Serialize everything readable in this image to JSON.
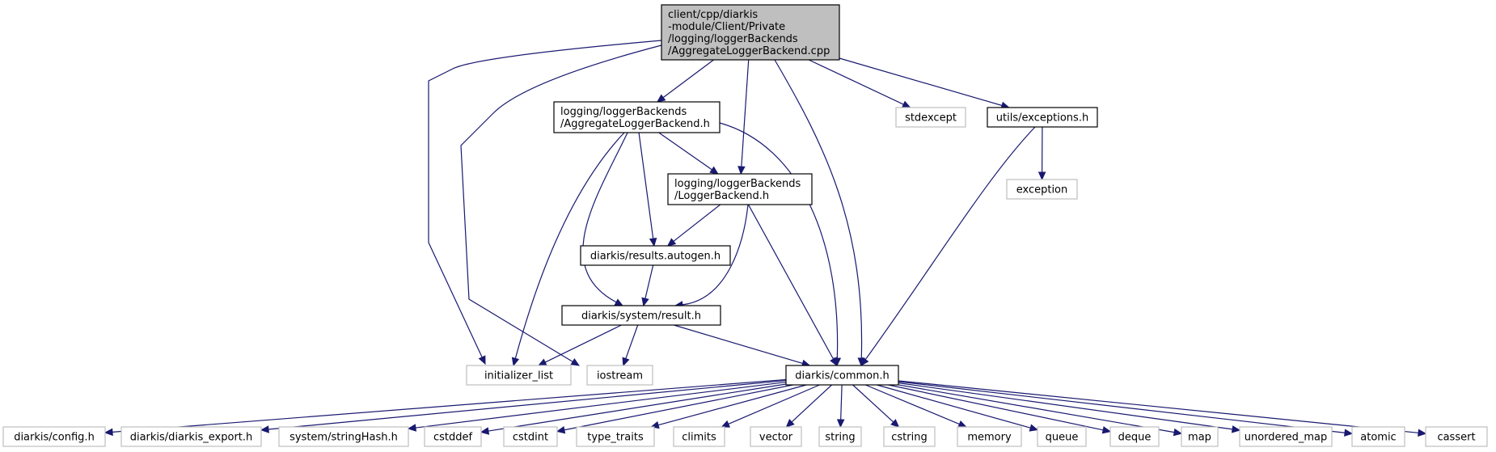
{
  "nodes": [
    {
      "id": "root",
      "lines": [
        "client/cpp/diarkis",
        "-module/Client/Private",
        "/logging/loggerBackends",
        "/AggregateLoggerBackend.cpp"
      ],
      "style": "root"
    },
    {
      "id": "agg_h",
      "lines": [
        "logging/loggerBackends",
        "/AggregateLoggerBackend.h"
      ],
      "style": "local"
    },
    {
      "id": "stdexcept",
      "lines": [
        "stdexcept"
      ],
      "style": "system"
    },
    {
      "id": "exceptions_h",
      "lines": [
        "utils/exceptions.h"
      ],
      "style": "local"
    },
    {
      "id": "logger_h",
      "lines": [
        "logging/loggerBackends",
        "/LoggerBackend.h"
      ],
      "style": "local"
    },
    {
      "id": "exception",
      "lines": [
        "exception"
      ],
      "style": "system"
    },
    {
      "id": "results_autogen",
      "lines": [
        "diarkis/results.autogen.h"
      ],
      "style": "local"
    },
    {
      "id": "result_h",
      "lines": [
        "diarkis/system/result.h"
      ],
      "style": "local"
    },
    {
      "id": "initializer_list",
      "lines": [
        "initializer_list"
      ],
      "style": "system"
    },
    {
      "id": "iostream",
      "lines": [
        "iostream"
      ],
      "style": "system"
    },
    {
      "id": "common_h",
      "lines": [
        "diarkis/common.h"
      ],
      "style": "local"
    },
    {
      "id": "config_h",
      "lines": [
        "diarkis/config.h"
      ],
      "style": "system"
    },
    {
      "id": "diarkis_export",
      "lines": [
        "diarkis/diarkis_export.h"
      ],
      "style": "system"
    },
    {
      "id": "stringhash",
      "lines": [
        "system/stringHash.h"
      ],
      "style": "system"
    },
    {
      "id": "cstddef",
      "lines": [
        "cstddef"
      ],
      "style": "system"
    },
    {
      "id": "cstdint",
      "lines": [
        "cstdint"
      ],
      "style": "system"
    },
    {
      "id": "type_traits",
      "lines": [
        "type_traits"
      ],
      "style": "system"
    },
    {
      "id": "climits",
      "lines": [
        "climits"
      ],
      "style": "system"
    },
    {
      "id": "vector",
      "lines": [
        "vector"
      ],
      "style": "system"
    },
    {
      "id": "string",
      "lines": [
        "string"
      ],
      "style": "system"
    },
    {
      "id": "cstring",
      "lines": [
        "cstring"
      ],
      "style": "system"
    },
    {
      "id": "memory",
      "lines": [
        "memory"
      ],
      "style": "system"
    },
    {
      "id": "queue",
      "lines": [
        "queue"
      ],
      "style": "system"
    },
    {
      "id": "deque",
      "lines": [
        "deque"
      ],
      "style": "system"
    },
    {
      "id": "map",
      "lines": [
        "map"
      ],
      "style": "system"
    },
    {
      "id": "unordered_map",
      "lines": [
        "unordered_map"
      ],
      "style": "system"
    },
    {
      "id": "atomic",
      "lines": [
        "atomic"
      ],
      "style": "system"
    },
    {
      "id": "cassert",
      "lines": [
        "cassert"
      ],
      "style": "system"
    }
  ],
  "edges": [
    {
      "from": "root",
      "to": "initializer_list"
    },
    {
      "from": "root",
      "to": "iostream"
    },
    {
      "from": "root",
      "to": "agg_h"
    },
    {
      "from": "root",
      "to": "logger_h"
    },
    {
      "from": "root",
      "to": "common_h"
    },
    {
      "from": "root",
      "to": "stdexcept"
    },
    {
      "from": "root",
      "to": "exceptions_h"
    },
    {
      "from": "agg_h",
      "to": "initializer_list"
    },
    {
      "from": "agg_h",
      "to": "result_h"
    },
    {
      "from": "agg_h",
      "to": "results_autogen"
    },
    {
      "from": "agg_h",
      "to": "logger_h"
    },
    {
      "from": "agg_h",
      "to": "common_h"
    },
    {
      "from": "logger_h",
      "to": "results_autogen"
    },
    {
      "from": "logger_h",
      "to": "result_h"
    },
    {
      "from": "logger_h",
      "to": "common_h"
    },
    {
      "from": "exceptions_h",
      "to": "exception"
    },
    {
      "from": "exceptions_h",
      "to": "common_h"
    },
    {
      "from": "results_autogen",
      "to": "result_h"
    },
    {
      "from": "result_h",
      "to": "initializer_list"
    },
    {
      "from": "result_h",
      "to": "iostream"
    },
    {
      "from": "result_h",
      "to": "common_h"
    },
    {
      "from": "common_h",
      "to": "config_h"
    },
    {
      "from": "common_h",
      "to": "diarkis_export"
    },
    {
      "from": "common_h",
      "to": "stringhash"
    },
    {
      "from": "common_h",
      "to": "cstddef"
    },
    {
      "from": "common_h",
      "to": "cstdint"
    },
    {
      "from": "common_h",
      "to": "type_traits"
    },
    {
      "from": "common_h",
      "to": "climits"
    },
    {
      "from": "common_h",
      "to": "vector"
    },
    {
      "from": "common_h",
      "to": "string"
    },
    {
      "from": "common_h",
      "to": "cstring"
    },
    {
      "from": "common_h",
      "to": "memory"
    },
    {
      "from": "common_h",
      "to": "queue"
    },
    {
      "from": "common_h",
      "to": "deque"
    },
    {
      "from": "common_h",
      "to": "map"
    },
    {
      "from": "common_h",
      "to": "unordered_map"
    },
    {
      "from": "common_h",
      "to": "atomic"
    },
    {
      "from": "common_h",
      "to": "cassert"
    }
  ],
  "colors": {
    "edge": "#191970",
    "root_fill": "#bfbfbf",
    "local_stroke": "#000000",
    "system_stroke": "#bfbfbf",
    "text": "#000000"
  }
}
